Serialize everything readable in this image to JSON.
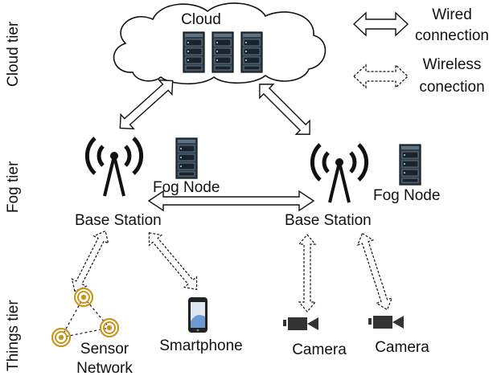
{
  "tiers": {
    "cloud": "Cloud tier",
    "fog": "Fog tier",
    "things": "Things tier"
  },
  "cloud": {
    "label": "Cloud"
  },
  "legend": {
    "wired_line1": "Wired",
    "wired_line2": "connection",
    "wireless_line1": "Wireless",
    "wireless_line2": "conection"
  },
  "fog": {
    "node_left": "Fog Node",
    "node_right": "Fog Node",
    "station_left": "Base Station",
    "station_right": "Base Station"
  },
  "things": {
    "sensor_line1": "Sensor",
    "sensor_line2": "Network",
    "smartphone": "Smartphone",
    "camera_left": "Camera",
    "camera_right": "Camera"
  },
  "colors": {
    "sensor": "#c8961e",
    "phone_screen": "#6a9ad0",
    "server": "#2f3d4a",
    "ink": "#111111"
  },
  "icons": [
    "cloud-icon",
    "server-icon",
    "antenna-icon",
    "sensor-icon",
    "smartphone-icon",
    "camera-icon"
  ]
}
